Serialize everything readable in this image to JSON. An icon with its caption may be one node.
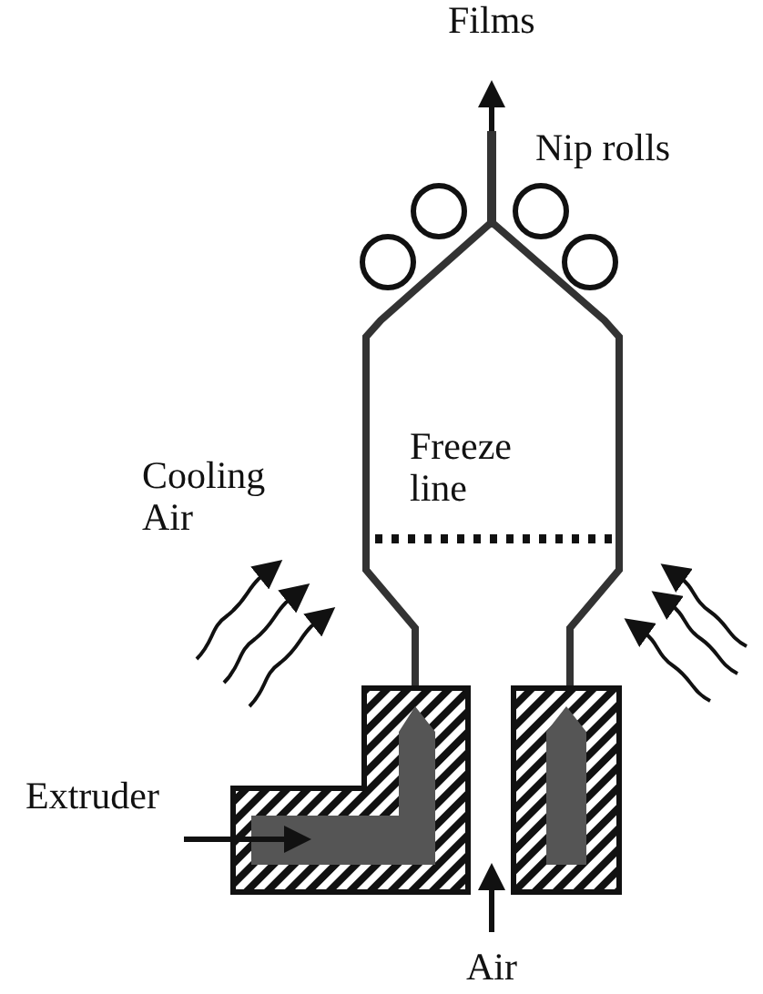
{
  "diagram": {
    "labels": [
      "Films",
      "Nip rolls",
      "Freeze line",
      "Cooling Air",
      "Extruder",
      "Air"
    ]
  }
}
